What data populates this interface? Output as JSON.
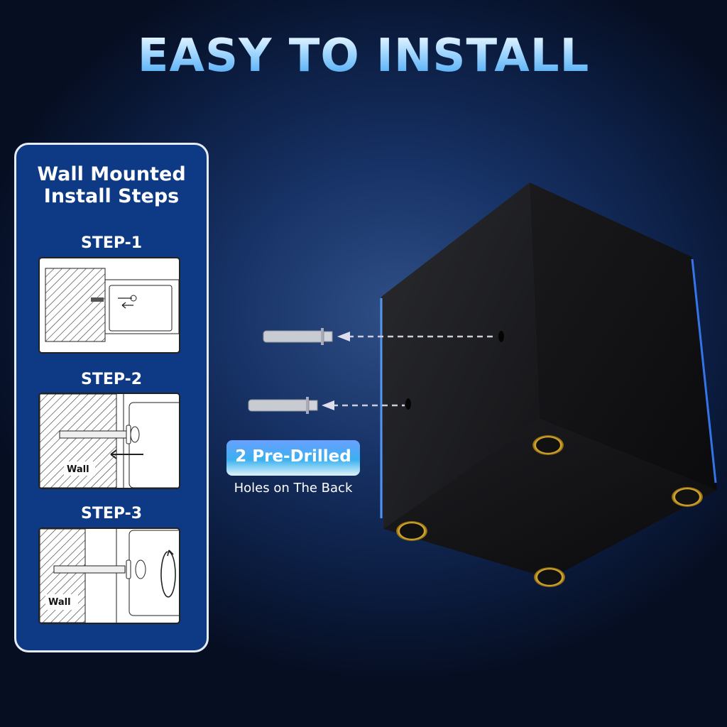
{
  "title": "EASY TO INSTALL",
  "panel": {
    "title_line1": "Wall Mounted",
    "title_line2": "Install Steps",
    "steps": [
      {
        "label": "STEP-1"
      },
      {
        "label": "STEP-2",
        "wall": "Wall"
      },
      {
        "label": "STEP-3",
        "wall": "Wall"
      }
    ]
  },
  "callout": {
    "badge": "2 Pre-Drilled",
    "caption": "Holes on The Back"
  },
  "colors": {
    "panel": "#0e3a85",
    "accent": "#3ab0f0",
    "gold": "#d4a020"
  }
}
